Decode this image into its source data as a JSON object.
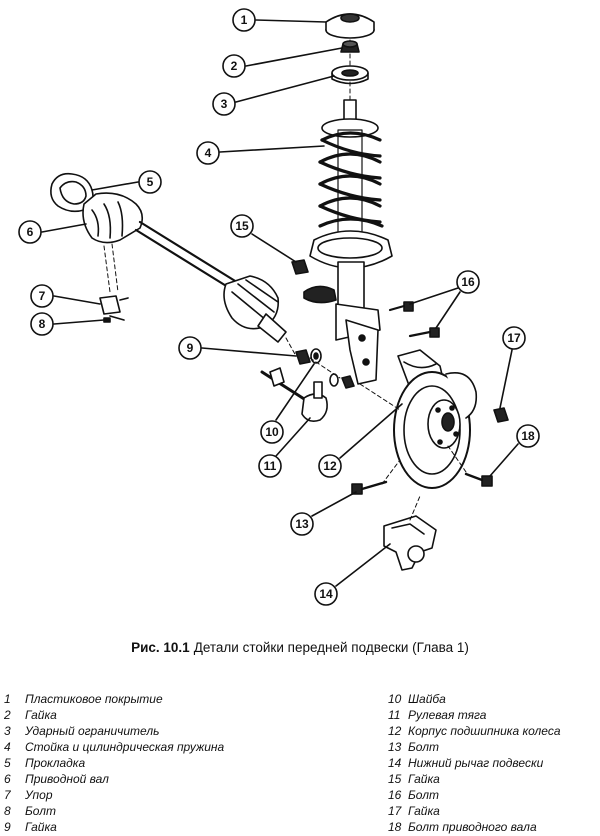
{
  "caption": {
    "number": "Рис. 10.1",
    "title": "Детали стойки передней подвески (Глава 1)"
  },
  "legend": [
    {
      "num": "1",
      "text": "Пластиковое покрытие"
    },
    {
      "num": "2",
      "text": "Гайка"
    },
    {
      "num": "3",
      "text": "Ударный ограничитель"
    },
    {
      "num": "4",
      "text": "Стойка и цилиндрическая пружина"
    },
    {
      "num": "5",
      "text": "Прокладка"
    },
    {
      "num": "6",
      "text": "Приводной вал"
    },
    {
      "num": "7",
      "text": "Упор"
    },
    {
      "num": "8",
      "text": "Болт"
    },
    {
      "num": "9",
      "text": "Гайка"
    },
    {
      "num": "10",
      "text": "Шайба"
    },
    {
      "num": "11",
      "text": "Рулевая тяга"
    },
    {
      "num": "12",
      "text": "Корпус подшипника колеса"
    },
    {
      "num": "13",
      "text": "Болт"
    },
    {
      "num": "14",
      "text": "Нижний рычаг подвески"
    },
    {
      "num": "15",
      "text": "Гайка"
    },
    {
      "num": "16",
      "text": "Болт"
    },
    {
      "num": "17",
      "text": "Гайка"
    },
    {
      "num": "18",
      "text": "Болт приводного вала"
    }
  ],
  "callouts": [
    "1",
    "2",
    "3",
    "4",
    "5",
    "6",
    "7",
    "8",
    "9",
    "10",
    "11",
    "12",
    "13",
    "14",
    "15",
    "16",
    "17",
    "18"
  ],
  "colors": {
    "ink": "#111111",
    "paper": "#ffffff"
  }
}
